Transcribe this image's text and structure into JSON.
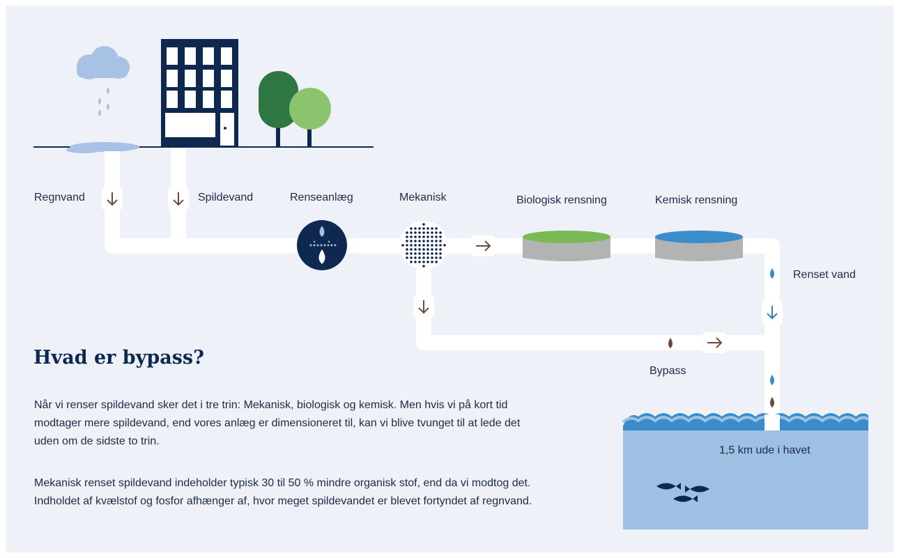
{
  "diagram": {
    "labels": {
      "regnvand": "Regnvand",
      "spildevand": "Spildevand",
      "renseanlaeg": "Renseanlæg",
      "mekanisk": "Mekanisk",
      "biologisk": "Biologisk rensning",
      "kemisk": "Kemisk rensning",
      "renset_vand": "Renset vand",
      "bypass": "Bypass",
      "havet": "1,5 km ude i havet"
    },
    "colors": {
      "background": "#eef1f7",
      "navy": "#0e2850",
      "pipe": "#ffffff",
      "arrow_brown": "#6b4a3a",
      "arrow_blue": "#2e7fb8",
      "sea": "#9fc0e3",
      "wave": "#3a8ccb",
      "tank_grey": "#b3b3b3",
      "bio_green": "#7ab956",
      "kemisk_blue": "#3a8ccb",
      "tree_dark": "#2f7742",
      "tree_light": "#8cc46d",
      "cloud": "#a7c2e4"
    }
  },
  "text": {
    "heading": "Hvad er bypass?",
    "paragraph1": "Når vi renser spildevand sker det i tre trin: Mekanisk, biologisk og kemisk. Men hvis vi på kort tid modtager mere spildevand, end vores anlæg er dimensioneret til, kan vi blive tvunget til at lede det uden om de sidste to trin.",
    "paragraph2": "Mekanisk renset spildevand indeholder typisk 30 til 50 % mindre organisk stof, end da vi modtog det. Indholdet af kvælstof og fosfor afhænger af, hvor meget spildevandet er blevet fortyndet af regnvand."
  }
}
